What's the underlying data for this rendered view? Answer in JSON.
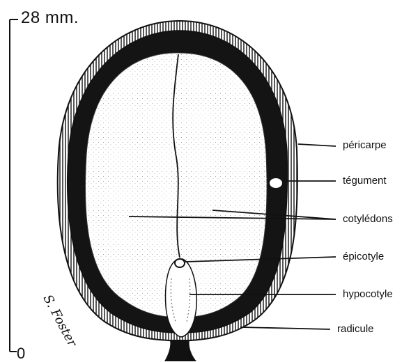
{
  "scale": {
    "top_label": "28 mm.",
    "bottom_label": "0"
  },
  "labels": [
    {
      "id": "pericarpe",
      "text": "péricarpe"
    },
    {
      "id": "tegument",
      "text": "tégument"
    },
    {
      "id": "cotyledons",
      "text": "cotylédons"
    },
    {
      "id": "epicotyle",
      "text": "épicotyle"
    },
    {
      "id": "hypocotyle",
      "text": "hypocotyle"
    },
    {
      "id": "radicule",
      "text": "radicule"
    }
  ],
  "signature": "S. Foster",
  "colors": {
    "ink": "#111111",
    "paper": "#ffffff",
    "stipple": "#9a9a9a"
  }
}
